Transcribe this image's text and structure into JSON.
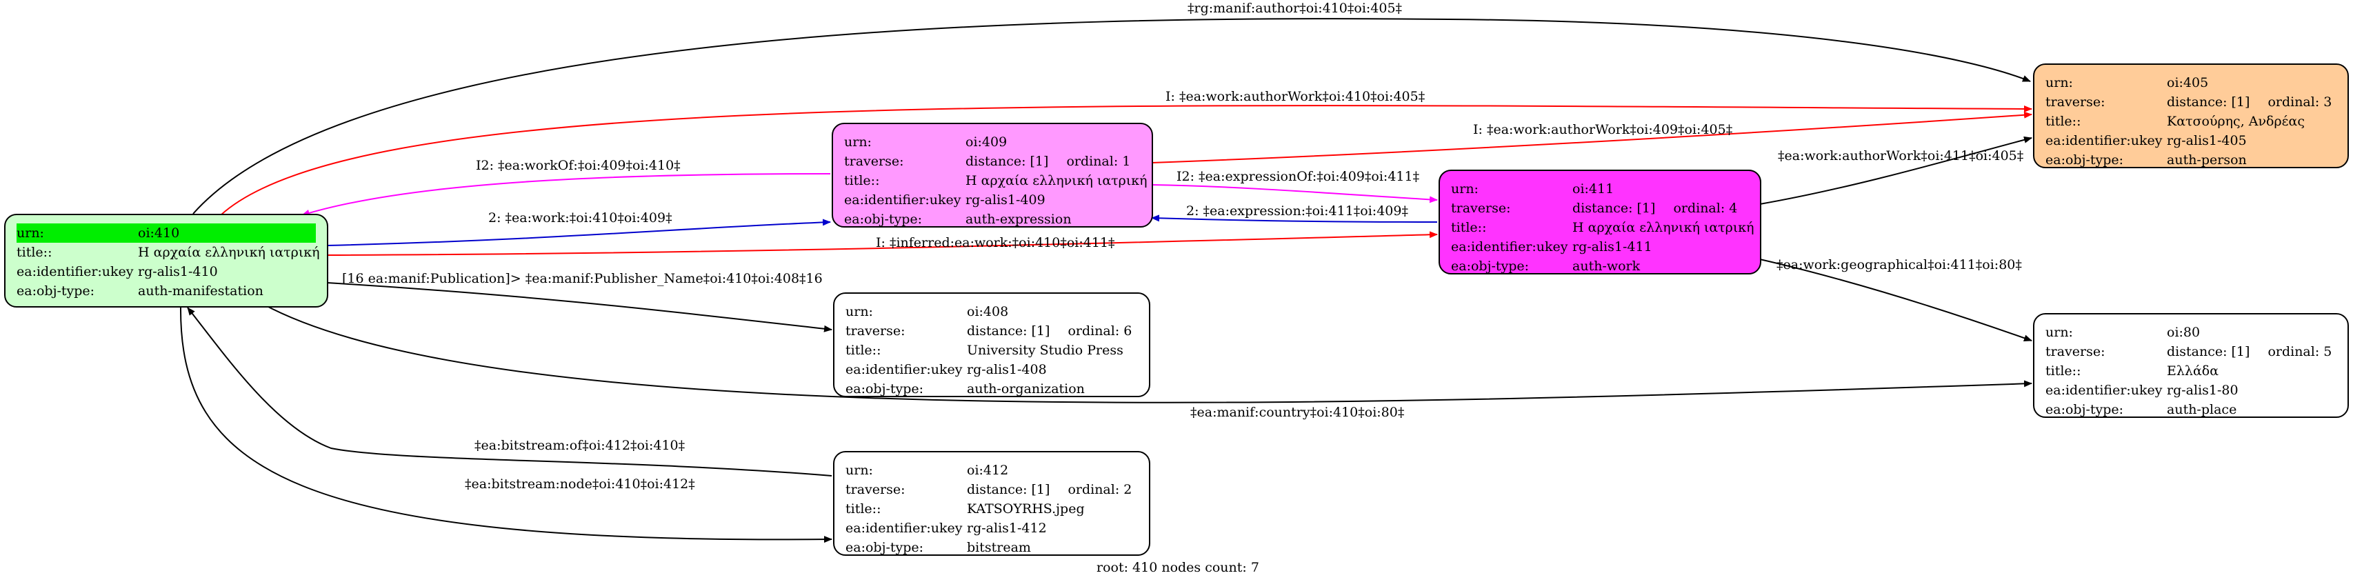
{
  "colors": {
    "node_410": "#ccffcc",
    "node_410_highlight": "#00ee00",
    "node_409": "#ff99ff",
    "node_411": "#ff33ff",
    "node_405": "#ffcc99",
    "node_plain": "#ffffff",
    "edge_black": "#000000",
    "edge_red": "#ff0000",
    "edge_magenta": "#ff00ff",
    "edge_blue": "#0000cc"
  },
  "keys": {
    "urn": "urn:",
    "traverse": "traverse:",
    "title": "title::",
    "ukey": "ea:identifier:ukey",
    "objtype": "ea:obj-type:"
  },
  "nodes": {
    "n410": {
      "urn": "oi:410",
      "title": "Η αρχαία ελληνική ιατρική",
      "ukey": "rg-alis1-410",
      "objtype": "auth-manifestation"
    },
    "n409": {
      "urn": "oi:409",
      "distance": "distance: [1]",
      "ordinal": "ordinal: 1",
      "title": "Η αρχαία ελληνική ιατρική",
      "ukey": "rg-alis1-409",
      "objtype": "auth-expression"
    },
    "n411": {
      "urn": "oi:411",
      "distance": "distance: [1]",
      "ordinal": "ordinal: 4",
      "title": "Η αρχαία ελληνική ιατρική",
      "ukey": "rg-alis1-411",
      "objtype": "auth-work"
    },
    "n408": {
      "urn": "oi:408",
      "distance": "distance: [1]",
      "ordinal": "ordinal: 6",
      "title": "University Studio Press",
      "ukey": "rg-alis1-408",
      "objtype": "auth-organization"
    },
    "n412": {
      "urn": "oi:412",
      "distance": "distance: [1]",
      "ordinal": "ordinal: 2",
      "title": "KATSOYRHS.jpeg",
      "ukey": "rg-alis1-412",
      "objtype": "bitstream"
    },
    "n405": {
      "urn": "oi:405",
      "distance": "distance: [1]",
      "ordinal": "ordinal: 3",
      "title": "Κατσούρης, Ανδρέας",
      "ukey": "rg-alis1-405",
      "objtype": "auth-person"
    },
    "n80": {
      "urn": "oi:80",
      "distance": "distance: [1]",
      "ordinal": "ordinal: 5",
      "title": "Ελλάδα",
      "ukey": "rg-alis1-80",
      "objtype": "auth-place"
    }
  },
  "edges": [
    {
      "id": "e1",
      "label": "‡rg:manif:author‡oi:410‡oi:405‡",
      "color": "edge_black"
    },
    {
      "id": "e2",
      "label": "I: ‡ea:work:authorWork‡oi:410‡oi:405‡",
      "color": "edge_red"
    },
    {
      "id": "e3",
      "label": "I2: ‡ea:workOf:‡oi:409‡oi:410‡",
      "color": "edge_magenta"
    },
    {
      "id": "e4",
      "label": "2: ‡ea:work:‡oi:410‡oi:409‡",
      "color": "edge_blue"
    },
    {
      "id": "e5",
      "label": "I: ‡inferred:ea:work:‡oi:410‡oi:411‡",
      "color": "edge_red"
    },
    {
      "id": "e6",
      "label": "[16 ea:manif:Publication]> ‡ea:manif:Publisher_Name‡oi:410‡oi:408‡16",
      "color": "edge_black"
    },
    {
      "id": "e7",
      "label": "‡ea:manif:country‡oi:410‡oi:80‡",
      "color": "edge_black"
    },
    {
      "id": "e8",
      "label": "‡ea:bitstream:of‡oi:412‡oi:410‡",
      "color": "edge_black"
    },
    {
      "id": "e9",
      "label": "‡ea:bitstream:node‡oi:410‡oi:412‡",
      "color": "edge_black"
    },
    {
      "id": "e10",
      "label": "I: ‡ea:work:authorWork‡oi:409‡oi:405‡",
      "color": "edge_red"
    },
    {
      "id": "e11",
      "label": "I2: ‡ea:expressionOf:‡oi:409‡oi:411‡",
      "color": "edge_magenta"
    },
    {
      "id": "e12",
      "label": "2: ‡ea:expression:‡oi:411‡oi:409‡",
      "color": "edge_blue"
    },
    {
      "id": "e13",
      "label": "‡ea:work:authorWork‡oi:411‡oi:405‡",
      "color": "edge_black"
    },
    {
      "id": "e14",
      "label": "‡ea:work:geographical‡oi:411‡oi:80‡",
      "color": "edge_black"
    }
  ],
  "footer": "root: 410 nodes count: 7"
}
